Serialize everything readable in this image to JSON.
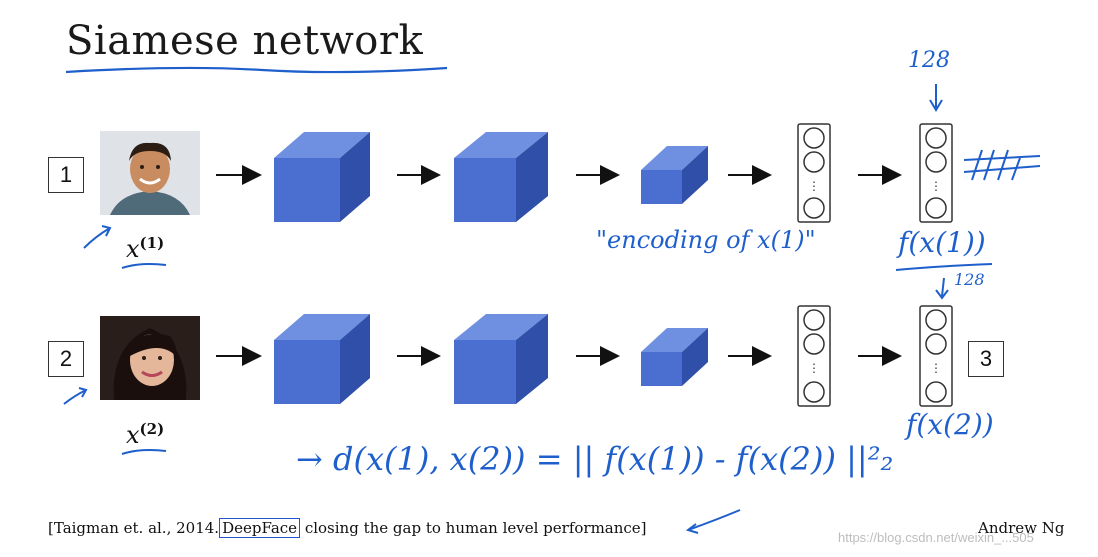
{
  "title": "Siamese network",
  "inputs": [
    {
      "number": "1",
      "label_var": "x",
      "label_sup": "(1)"
    },
    {
      "number": "2",
      "label_var": "x",
      "label_sup": "(2)"
    }
  ],
  "output_box": "3",
  "annotations": {
    "dim_top": "128",
    "dim_bottom": "128",
    "encoding_note": "\"encoding of x(1)\"",
    "f_x1": "f(x(1))",
    "f_x2": "f(x(2))",
    "distance_formula": "→ d(x(1), x(2)) = || f(x(1)) - f(x(2)) ||²₂"
  },
  "citation": {
    "prefix": "[Taigman et. al., 2014.",
    "highlight": "DeepFace",
    "suffix": " closing the gap to human level performance]"
  },
  "author": "Andrew Ng",
  "watermark": "https://blog.csdn.net/weixin_...505",
  "colors": {
    "cube_front": "#4a6fd0",
    "cube_top": "#6f8fe0",
    "cube_side": "#2f4fa8",
    "ink": "#1f5fcc"
  }
}
